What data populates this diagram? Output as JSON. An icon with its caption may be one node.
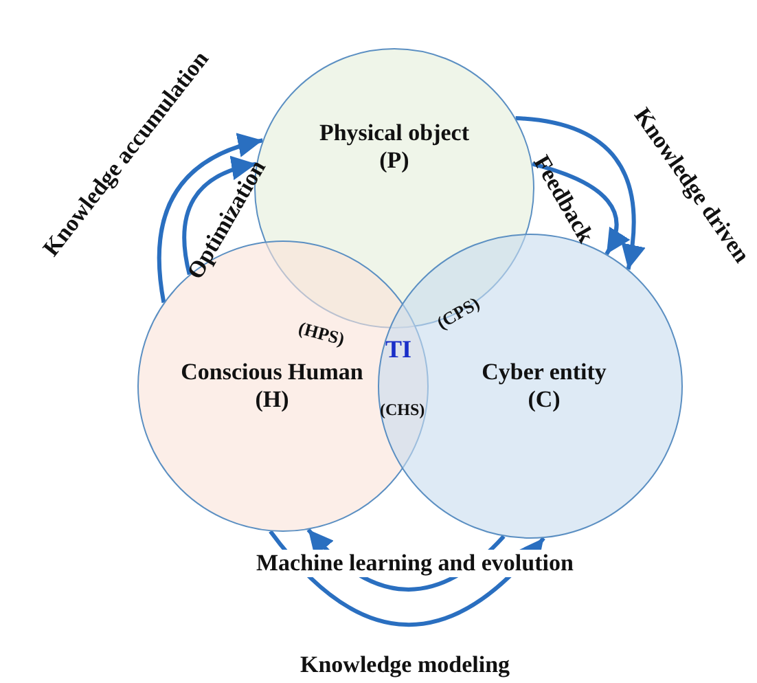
{
  "diagram": {
    "nodes": [
      {
        "text": [
          "Physical object",
          "(P)"
        ]
      },
      {
        "text": [
          "Conscious Human",
          "(H)"
        ]
      },
      {
        "text": [
          "Cyber entity",
          "(C)"
        ]
      }
    ],
    "edges": [
      {
        "from": 1,
        "to": 0,
        "arrow": "to",
        "label": "Knowledge accumulation"
      },
      {
        "from": 1,
        "to": 0,
        "arrow": "to",
        "label": "Optimization"
      },
      {
        "from": 0,
        "to": 2,
        "arrow": "to",
        "label": "Knowledge driven"
      },
      {
        "from": 0,
        "to": 2,
        "arrow": "to",
        "label": "Feedback"
      },
      {
        "from": 2,
        "to": 1,
        "arrow": "to",
        "label": "Machine learning and evolution"
      },
      {
        "from": 1,
        "to": 2,
        "arrow": "to",
        "label": "Knowledge modeling"
      }
    ],
    "labels": [
      "(HPS)",
      "(CPS)",
      "TI",
      "(CHS)"
    ]
  }
}
